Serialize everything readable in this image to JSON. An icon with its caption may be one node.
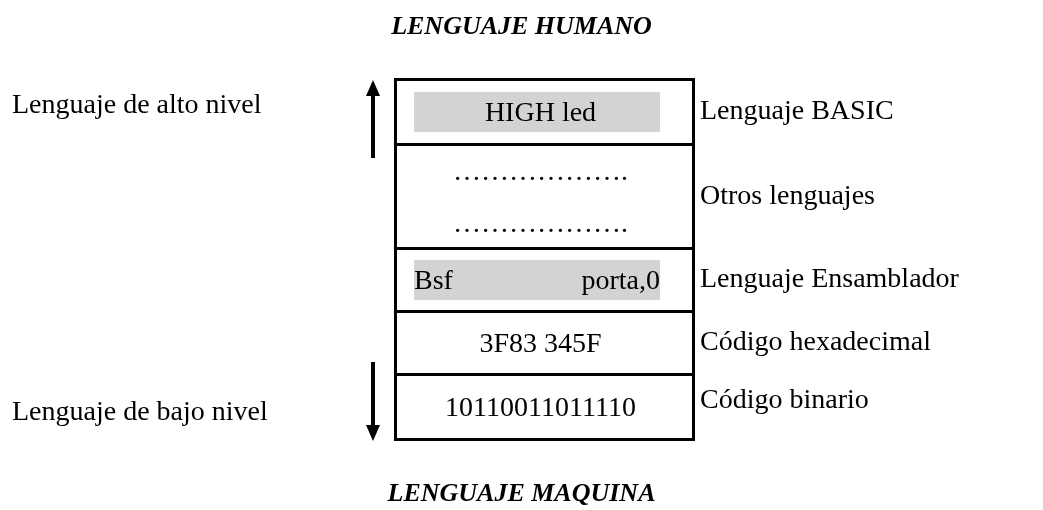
{
  "diagram": {
    "title": "LENGUAJE HUMANO",
    "caption": "LENGUAJE MAQUINA",
    "nodes": [
      {
        "text": [
          "HIGH led"
        ],
        "beside": [
          "Lenguaje BASIC"
        ]
      },
      {
        "text": [
          "……………….",
          "………………."
        ],
        "beside": [
          "Otros lenguajes"
        ]
      },
      {
        "text": [
          "Bsf",
          "porta,0"
        ],
        "beside": [
          "Lenguaje Ensamblador"
        ]
      },
      {
        "text": [
          "3F83  345F"
        ],
        "beside": [
          "Código hexadecimal"
        ]
      },
      {
        "text": [
          "10110011011110"
        ],
        "beside": [
          "Código binario"
        ]
      }
    ],
    "labels": [
      "Lenguaje de alto nivel",
      "Lenguaje de bajo nivel"
    ]
  }
}
